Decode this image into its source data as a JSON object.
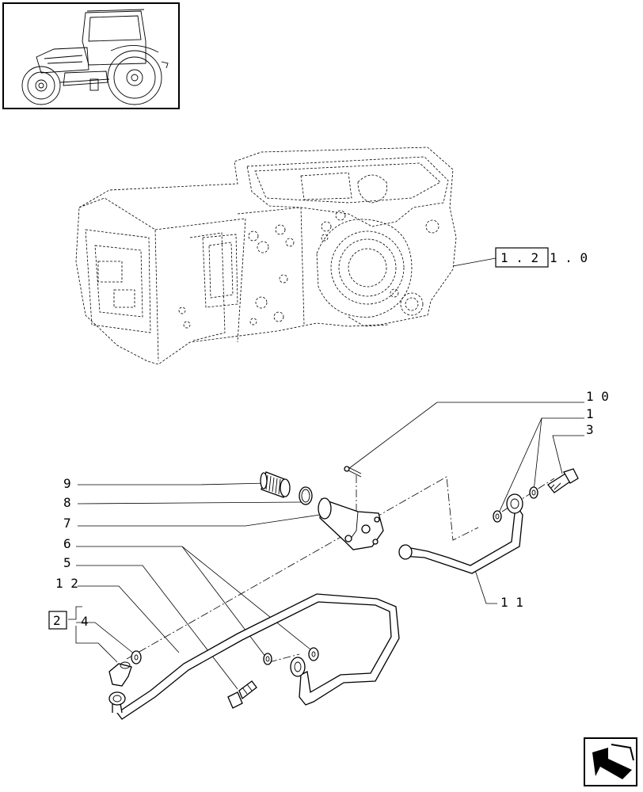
{
  "ref_group": {
    "box": "1 . 2",
    "rest": "1 . 0"
  },
  "sub_ref": "2",
  "callouts": {
    "c10": "1 0",
    "c1": "1",
    "c3": "3",
    "c9": "9",
    "c8": "8",
    "c7": "7",
    "c6": "6",
    "c5": "5",
    "c12": "1 2",
    "c4": "4",
    "c11": "1 1"
  },
  "icons": {
    "thumbnail": "tractor-thumbnail-icon",
    "nav": "next-page-arrow-icon"
  }
}
